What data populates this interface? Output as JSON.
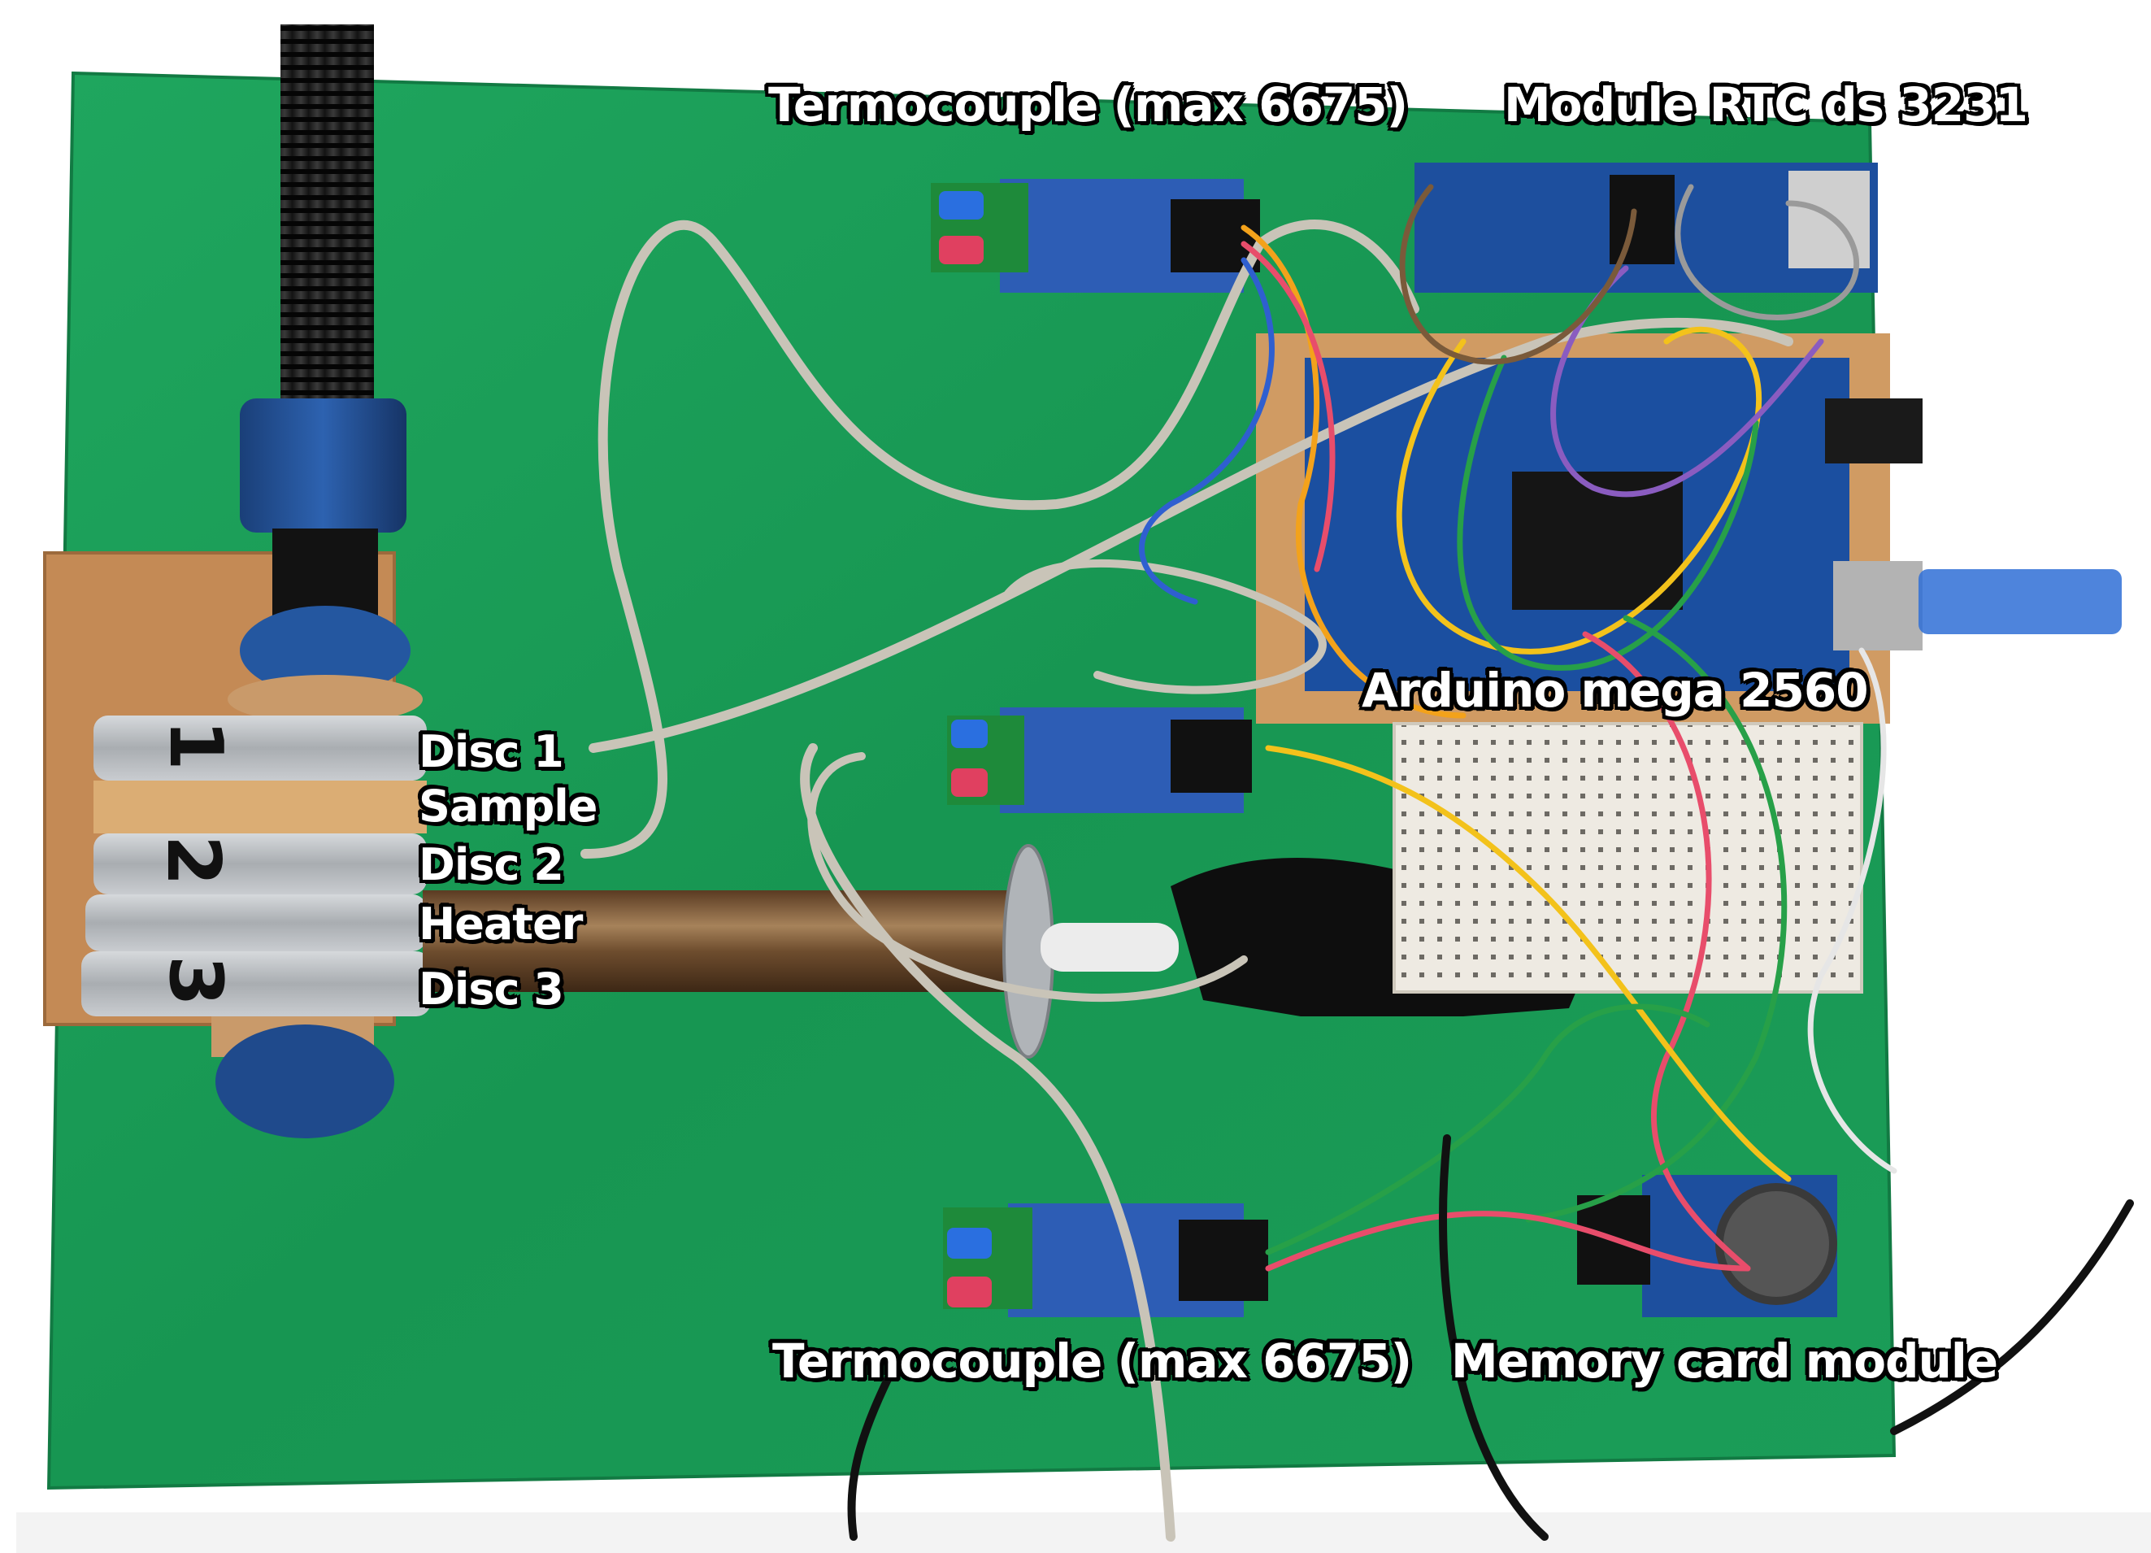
{
  "labels": {
    "thermocouple_top": "Termocouple (max 6675)",
    "rtc_module": "Module RTC ds 3231",
    "arduino": "Arduino mega 2560",
    "thermocouple_bottom": "Termocouple (max 6675)",
    "memory_card": "Memory card module",
    "disc1": "Disc 1",
    "sample": "Sample",
    "disc2": "Disc 2",
    "heater": "Heater",
    "disc3": "Disc 3"
  },
  "disc_numbers": {
    "one": "1",
    "two": "2",
    "three": "3"
  },
  "colors": {
    "background": "#ffffff",
    "green_board": "#1f9e5a",
    "wood": "#c8925c",
    "arduino_blue": "#1b4fa0",
    "module_blue": "#2d5db5",
    "breadboard": "#ece8df",
    "metal_disc": "#b8bcbf",
    "heater_brass": "#7a5a3a"
  }
}
